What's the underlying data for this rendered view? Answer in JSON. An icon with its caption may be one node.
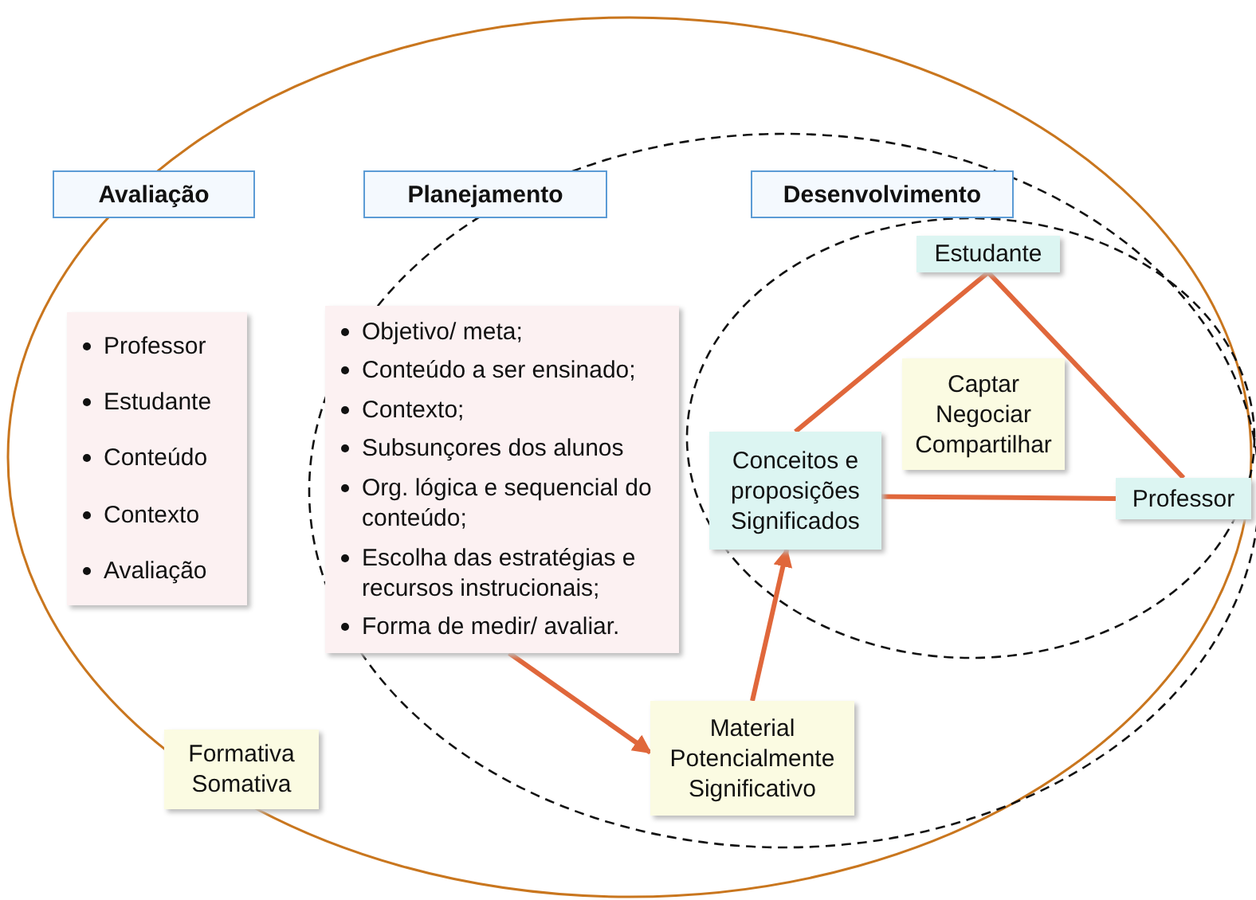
{
  "diagram": {
    "nodes": [
      {
        "text": [
          "Avaliação"
        ]
      },
      {
        "text": [
          "Planejamento"
        ]
      },
      {
        "text": [
          "Desenvolvimento"
        ]
      },
      {
        "text": [
          "Professor",
          "Estudante",
          "Conteúdo",
          "Contexto",
          "Avaliação"
        ]
      },
      {
        "text": [
          "Objetivo/ meta;",
          "Conteúdo a ser ensinado;",
          "Contexto;",
          "Subsunçores dos alunos",
          "Org. lógica e sequencial do conteúdo;",
          "Escolha das estratégias e recursos instrucionais;",
          "Forma de medir/ avaliar."
        ]
      },
      {
        "text": [
          "Estudante"
        ]
      },
      {
        "text": [
          "Captar",
          "Negociar",
          "Compartilhar"
        ]
      },
      {
        "text": [
          "Conceitos e proposições Significados"
        ]
      },
      {
        "text": [
          "Professor"
        ]
      },
      {
        "text": [
          "Material Potencialmente Significativo"
        ]
      },
      {
        "text": [
          "Formativa",
          "Somativa"
        ]
      }
    ],
    "edges": [
      {
        "from": 5,
        "to": 7,
        "arrow": "none"
      },
      {
        "from": 5,
        "to": 8,
        "arrow": "none"
      },
      {
        "from": 8,
        "to": 7,
        "arrow": "none"
      },
      {
        "from": 4,
        "to": 9,
        "arrow": "to"
      },
      {
        "from": 9,
        "to": 7,
        "arrow": "to"
      }
    ]
  }
}
